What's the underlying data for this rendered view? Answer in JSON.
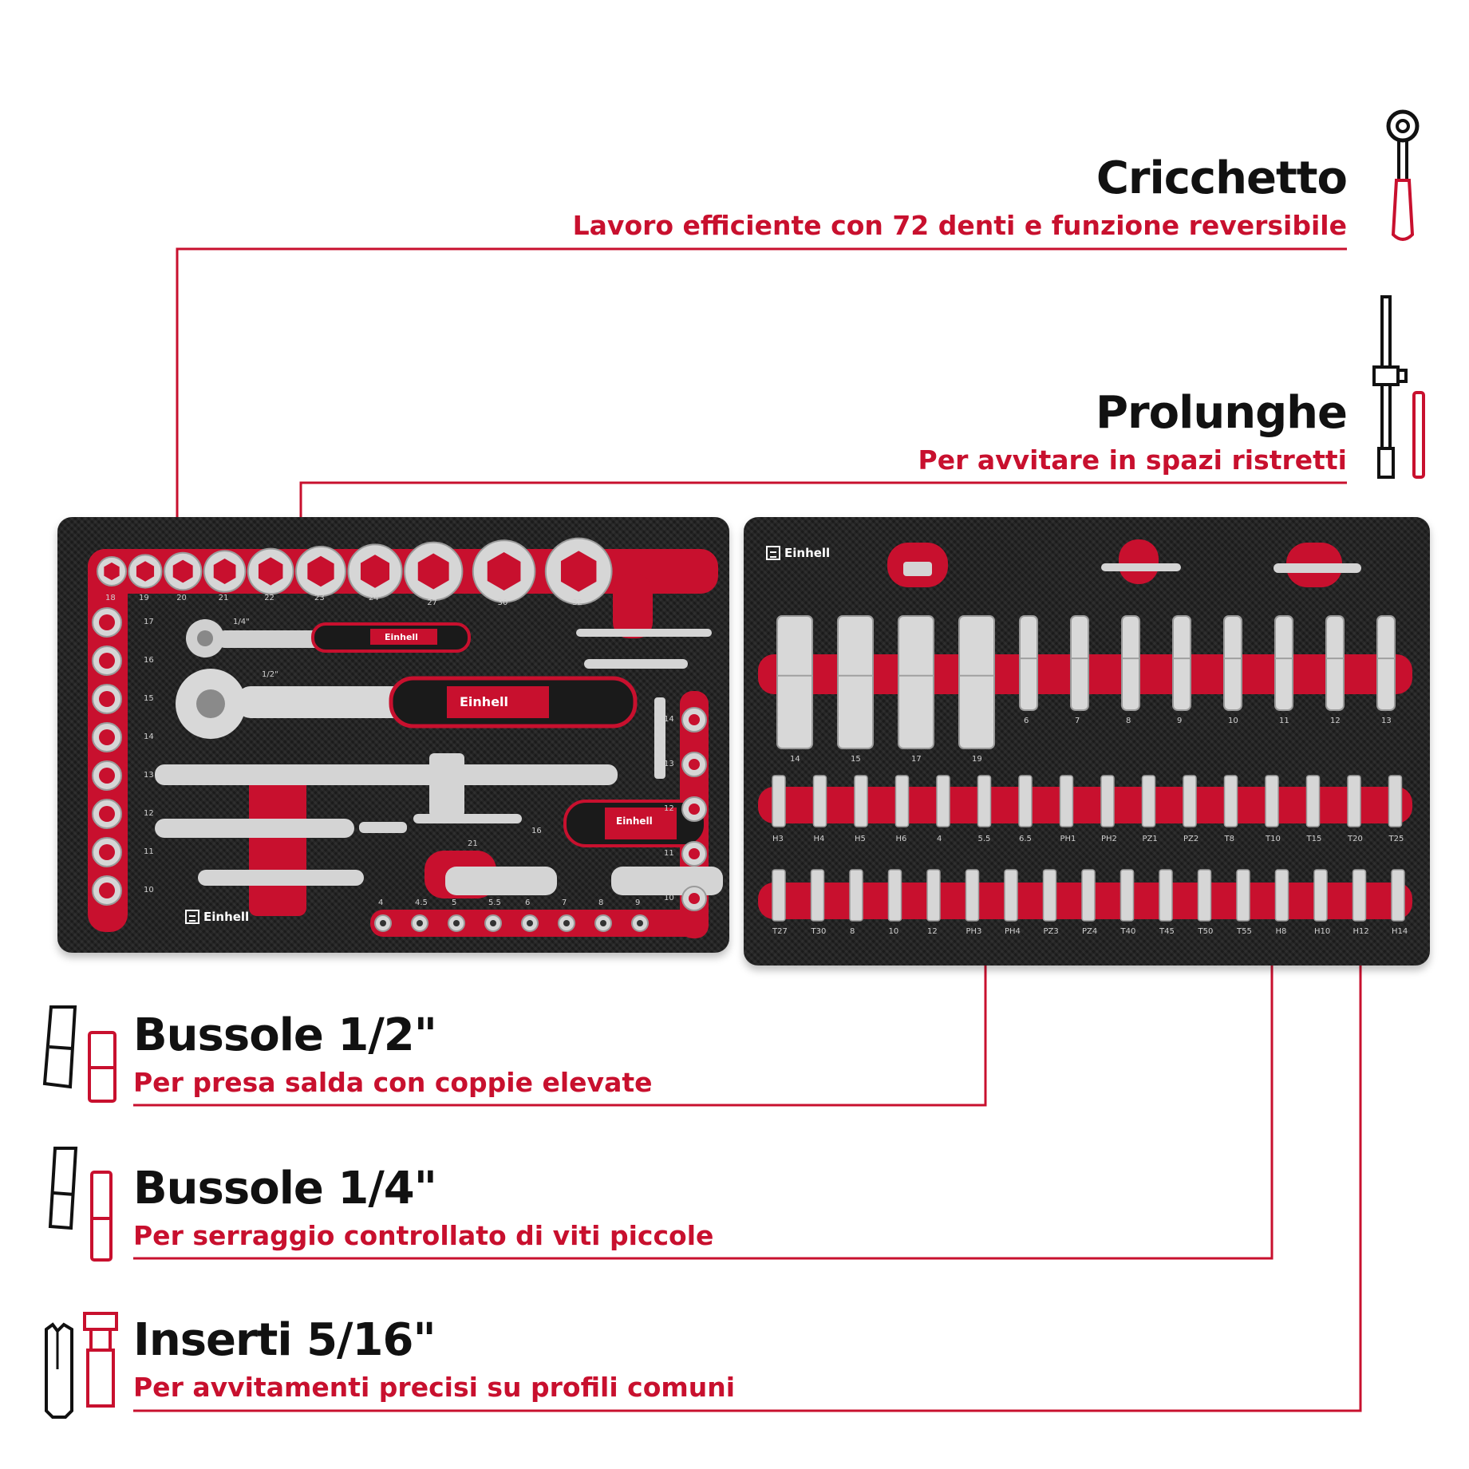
{
  "callouts": {
    "ratchet": {
      "title": "Cricchetto",
      "subtitle": "Lavoro efficiente con 72 denti e funzione reversibile",
      "icon": "ratchet-icon"
    },
    "extensions": {
      "title": "Prolunghe",
      "subtitle": "Per avvitare in spazi ristretti",
      "icon": "extension-bar-icon"
    },
    "sockets_half": {
      "title": "Bussole 1/2\"",
      "subtitle": "Per presa salda con coppie elevate",
      "icon": "socket-icon"
    },
    "sockets_quarter": {
      "title": "Bussole 1/4\"",
      "subtitle": "Per serraggio controllato di viti piccole",
      "icon": "socket-icon"
    },
    "bits": {
      "title": "Inserti 5/16\"",
      "subtitle": "Per avvitamenti precisi su profili comuni",
      "icon": "bit-icon"
    }
  },
  "brand": "Einhell",
  "left_tray": {
    "top_sockets": [
      "18",
      "19",
      "20",
      "21",
      "22",
      "23",
      "24",
      "27",
      "30",
      "32"
    ],
    "left_column": [
      "17",
      "16",
      "15",
      "14",
      "13",
      "12",
      "11",
      "10"
    ],
    "drive_labels": [
      "1/4\"",
      "1/2\""
    ],
    "inner_column": [
      "14",
      "13",
      "12",
      "11",
      "10"
    ],
    "bottom_row": [
      "4",
      "4.5",
      "5",
      "5.5",
      "6",
      "7",
      "8",
      "9"
    ],
    "misc_labels": [
      "21",
      "16"
    ]
  },
  "right_tray": {
    "deep_sockets": [
      "14",
      "15",
      "17",
      "19",
      "6",
      "7",
      "8",
      "9",
      "10",
      "11",
      "12",
      "13"
    ],
    "bits_row1": [
      "H3",
      "H4",
      "H5",
      "H6",
      "4",
      "5.5",
      "6.5",
      "PH1",
      "PH2",
      "PZ1",
      "PZ2",
      "T8",
      "T10",
      "T15",
      "T20",
      "T25"
    ],
    "bits_row2": [
      "T27",
      "T30",
      "8",
      "10",
      "12",
      "PH3",
      "PH4",
      "PZ3",
      "PZ4",
      "T40",
      "T45",
      "T50",
      "T55",
      "H8",
      "H10",
      "H12",
      "H14"
    ]
  },
  "colors": {
    "accent": "#c8102e",
    "text": "#111111",
    "tray": "#1b1b1b",
    "steel": "#d9d9d9"
  }
}
